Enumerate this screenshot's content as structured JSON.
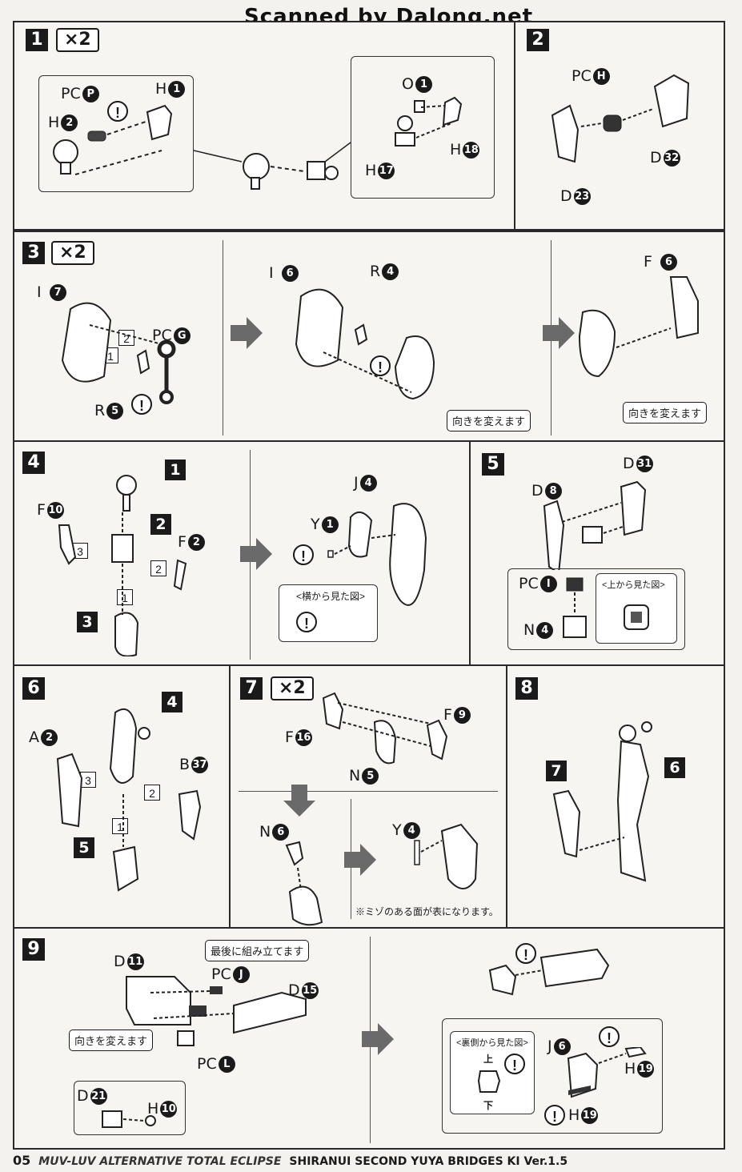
{
  "header": {
    "scan_credit": "Scanned by Dalong.net"
  },
  "steps": {
    "s1": {
      "num": "1",
      "mult": "×2",
      "labels": {
        "pcp": "PC",
        "pcp_n": "P",
        "h1": "H",
        "h1_n": "1",
        "h2": "H",
        "h2_n": "2",
        "o1": "O",
        "o1_n": "1",
        "h17": "H",
        "h17_n": "17",
        "h18": "H",
        "h18_n": "18"
      }
    },
    "s2": {
      "num": "2",
      "labels": {
        "pch": "PC",
        "pch_n": "H",
        "d32": "D",
        "d32_n": "32",
        "d23": "D",
        "d23_n": "23"
      }
    },
    "s3": {
      "num": "3",
      "mult": "×2",
      "labels": {
        "i7": "I",
        "i7_n": "7",
        "pcg": "PC",
        "pcg_n": "G",
        "r5": "R",
        "r5_n": "5",
        "i6": "I",
        "i6_n": "6",
        "r4": "R",
        "r4_n": "4",
        "f6": "F",
        "f6_n": "6"
      },
      "order": [
        "2",
        "1"
      ],
      "note1": "向きを変えます",
      "note2": "向きを変えます"
    },
    "s4": {
      "num": "4",
      "labels": {
        "f10": "F",
        "f10_n": "10",
        "f2": "F",
        "f2_n": "2",
        "y1": "Y",
        "y1_n": "1",
        "j4": "J",
        "j4_n": "4"
      },
      "subs": [
        "1",
        "2",
        "3"
      ],
      "order": [
        "3",
        "2",
        "1"
      ],
      "side_view": "<横から見た図>"
    },
    "s5": {
      "num": "5",
      "labels": {
        "d8": "D",
        "d8_n": "8",
        "d31": "D",
        "d31_n": "31",
        "pci": "PC",
        "pci_n": "I",
        "n4": "N",
        "n4_n": "4"
      },
      "top_view": "<上から見た図>"
    },
    "s6": {
      "num": "6",
      "labels": {
        "a2": "A",
        "a2_n": "2",
        "b37": "B",
        "b37_n": "37"
      },
      "subs": [
        "4",
        "5"
      ],
      "order": [
        "3",
        "2",
        "1"
      ]
    },
    "s7": {
      "num": "7",
      "mult": "×2",
      "labels": {
        "f16": "F",
        "f16_n": "16",
        "f9": "F",
        "f9_n": "9",
        "n5": "N",
        "n5_n": "5",
        "n6": "N",
        "n6_n": "6",
        "y4": "Y",
        "y4_n": "4"
      },
      "note": "※ミゾのある面が表になります。"
    },
    "s8": {
      "num": "8",
      "subs": [
        "7",
        "6"
      ]
    },
    "s9": {
      "num": "9",
      "labels": {
        "d11": "D",
        "d11_n": "11",
        "pcj": "PC",
        "pcj_n": "J",
        "d15": "D",
        "d15_n": "15",
        "pcl": "PC",
        "pcl_n": "L",
        "d21": "D",
        "d21_n": "21",
        "h10": "H",
        "h10_n": "10",
        "j6": "J",
        "j6_n": "6",
        "h19a": "H",
        "h19a_n": "19",
        "h19b": "H",
        "h19b_n": "19"
      },
      "note_last": "最後に組み立てます",
      "note_turn": "向きを変えます",
      "back_view": "<裏側から見た図>",
      "top": "上",
      "bottom": "下"
    }
  },
  "footer": {
    "page": "05",
    "series": "MUV-LUV ALTERNATIVE TOTAL ECLIPSE",
    "title": "SHIRANUI SECOND YUYA BRIDGES KI Ver.1.5"
  },
  "colors": {
    "ink": "#1a1a1a",
    "paper": "#f7f5f2",
    "arrow_gray": "#6a6a6a"
  }
}
